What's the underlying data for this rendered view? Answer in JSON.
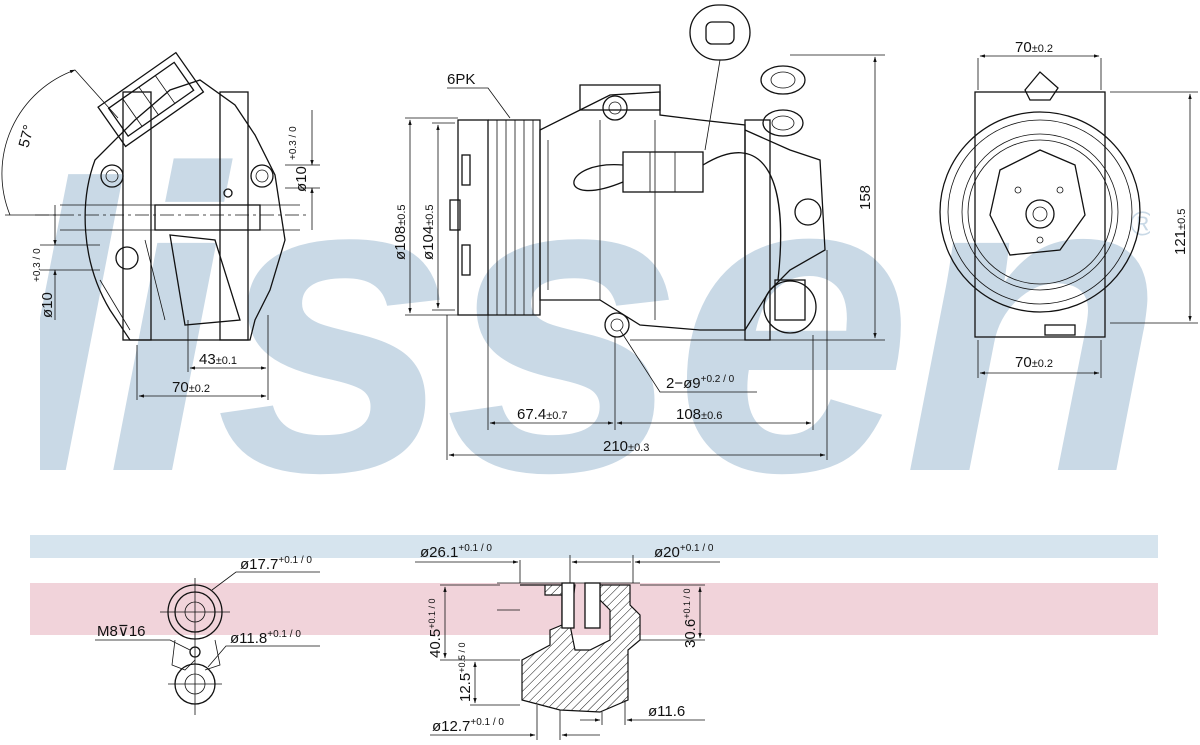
{
  "colors": {
    "watermark": "#c9d9e6",
    "band_blue": "#d6e4ee",
    "band_pink": "#f1d3da",
    "line": "#111111"
  },
  "watermark": {
    "text": "Nissens",
    "registered": "®"
  },
  "views": {
    "left": {
      "angle": "57°",
      "d_lug_top": "10",
      "d_lug_top_tol": "+0.3 / 0",
      "d_lug_left": "10",
      "d_lug_left_tol": "+0.3 / 0",
      "dim_43": "43",
      "dim_43_tol": "±0.1",
      "dim_70": "70",
      "dim_70_tol": "±0.2"
    },
    "center": {
      "belt": "6PK",
      "d_108": "108",
      "d_108_tol": "±0.5",
      "d_104": "104",
      "d_104_tol": "±0.5",
      "height_158": "158",
      "holes": "2−ø9",
      "holes_tol": "+0.2 / 0",
      "dim_67": "67.4",
      "dim_67_tol": "±0.7",
      "dim_108": "108",
      "dim_108_tol": "±0.6",
      "dim_210": "210",
      "dim_210_tol": "±0.3"
    },
    "right": {
      "top_70": "70",
      "top_70_tol": "±0.2",
      "bottom_70": "70",
      "bottom_70_tol": "±0.2",
      "side_121": "121",
      "side_121_tol": "±0.5"
    }
  },
  "details": {
    "port": {
      "d_17_7": "ø17.7",
      "d_17_7_tol": "+0.1 / 0",
      "thread": "M8",
      "depth": "16",
      "d_11_8": "ø11.8",
      "d_11_8_tol": "+0.1 / 0"
    },
    "section": {
      "d_26_1": "ø26.1",
      "d_26_1_tol": "+0.1 / 0",
      "d_20": "ø20",
      "d_20_tol": "+0.1 / 0",
      "h_40_5": "40.5",
      "h_40_5_tol": "+0.1 / 0",
      "h_30_6": "30.6",
      "h_30_6_tol": "+0.1 / 0",
      "h_12_5": "12.5",
      "h_12_5_tol": "+0.5 / 0",
      "d_12_7": "ø12.7",
      "d_12_7_tol": "+0.1 / 0",
      "d_11_6": "ø11.6"
    }
  }
}
